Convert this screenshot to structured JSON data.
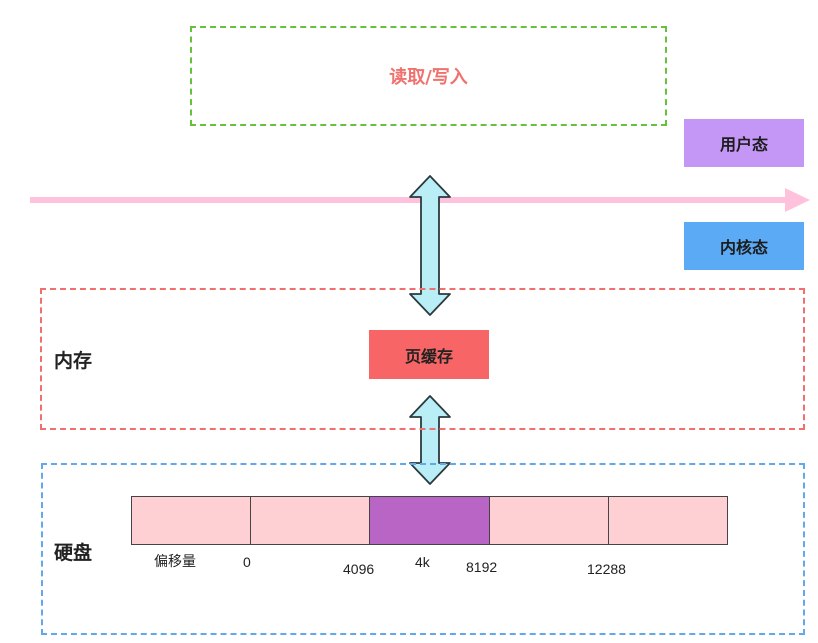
{
  "read_write": {
    "label": "读取/写入"
  },
  "modes": {
    "user": {
      "label": "用户态",
      "color": "#c496f6"
    },
    "kernel": {
      "label": "内核态",
      "color": "#5baaf5"
    }
  },
  "memory": {
    "label": "内存",
    "page_cache": {
      "label": "页缓存",
      "color": "#f76566"
    }
  },
  "disk": {
    "label": "硬盘",
    "offset_label": "偏移量",
    "block_size_label": "4k",
    "blocks": [
      {
        "active": false
      },
      {
        "active": false
      },
      {
        "active": true
      },
      {
        "active": false
      },
      {
        "active": false
      }
    ],
    "ticks": [
      "0",
      "4096",
      "8192",
      "12288"
    ]
  },
  "colors": {
    "boundary_arrow": "#ffc2dc",
    "double_arrow_fill": "#b9eef7",
    "double_arrow_stroke": "#2b3a3e",
    "read_write_border": "#66c23a",
    "memory_border": "#f07070",
    "disk_border": "#62a8ec"
  }
}
